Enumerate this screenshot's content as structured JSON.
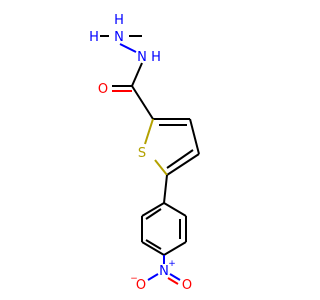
{
  "molecule": {
    "atoms": {
      "h_left": "H",
      "n_top": "N",
      "h_top": "H",
      "n_amide": "N",
      "h_amide": "H",
      "o_carbonyl": "O",
      "s_ring": "S",
      "n_nitro": "N",
      "n_nitro_charge": "+",
      "o_nitro_left": "O",
      "o_nitro_left_charge": "−",
      "o_nitro_right": "O"
    },
    "colors": {
      "carbon_bond": "#000000",
      "nitrogen": "#0000ff",
      "oxygen": "#ff0000",
      "sulfur": "#b3a100"
    }
  }
}
